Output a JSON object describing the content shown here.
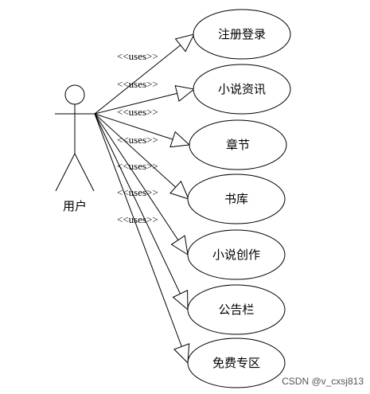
{
  "actor": {
    "name": "用户"
  },
  "relation_label": "<<uses>>",
  "use_cases": [
    {
      "label": "注册登录"
    },
    {
      "label": "小说资讯"
    },
    {
      "label": "章节"
    },
    {
      "label": "书库"
    },
    {
      "label": "小说创作"
    },
    {
      "label": "公告栏"
    },
    {
      "label": "免费专区"
    }
  ],
  "watermark": "CSDN @v_cxsj813"
}
